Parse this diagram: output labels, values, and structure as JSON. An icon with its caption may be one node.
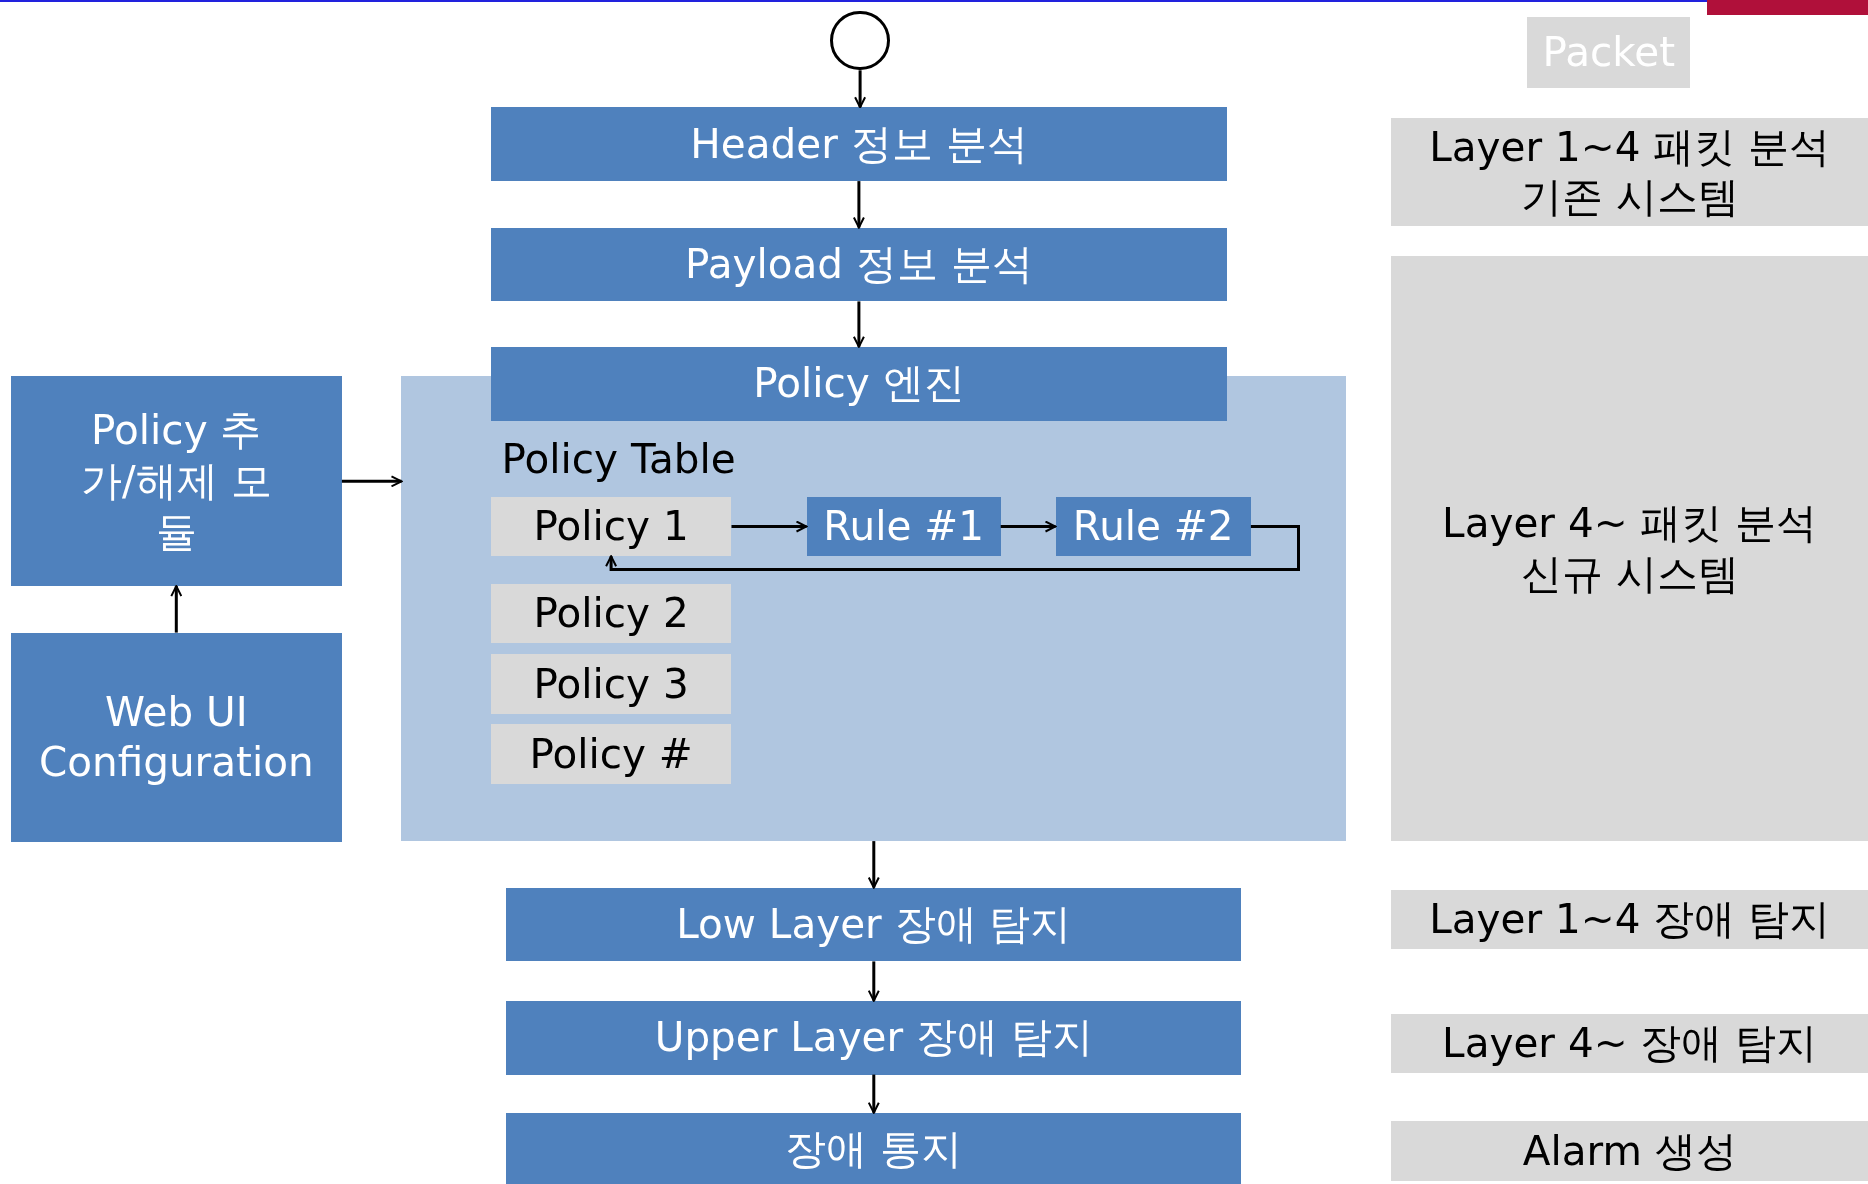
{
  "diagram": {
    "nodes": [
      {
        "text": [],
        "shape": "circle"
      },
      {
        "text": [
          "Header 정보 분석"
        ]
      },
      {
        "text": [
          "Payload 정보 분석"
        ]
      },
      {
        "text": [
          "Policy 엔진"
        ]
      },
      {
        "text": [
          "Policy Table"
        ]
      },
      {
        "text": [
          "Policy 1"
        ],
        "in": 4
      },
      {
        "text": [
          "Rule #1"
        ],
        "in": 4
      },
      {
        "text": [
          "Rule #2"
        ],
        "in": 4
      },
      {
        "text": [
          "Policy 2"
        ],
        "in": 4
      },
      {
        "text": [
          "Policy 3"
        ],
        "in": 4
      },
      {
        "text": [
          "Policy #"
        ],
        "in": 4
      },
      {
        "text": [
          "Policy 추가/해제 모듈"
        ]
      },
      {
        "text": [
          "Web UI Configuration"
        ]
      },
      {
        "text": [
          "Low Layer 장애 탐지"
        ]
      },
      {
        "text": [
          "Upper Layer 장애 탐지"
        ]
      },
      {
        "text": [
          "장애 통지"
        ]
      },
      {
        "text": [
          "Packet"
        ]
      },
      {
        "text": [
          "Layer 1~4 패킷 분석 기존 시스템"
        ]
      },
      {
        "text": [
          "Layer 4~ 패킷 분석 신규 시스템"
        ]
      },
      {
        "text": [
          "Layer 1~4 장애 탐지"
        ]
      },
      {
        "text": [
          "Layer 4~ 장애 탐지"
        ]
      },
      {
        "text": [
          "Alarm 생성"
        ]
      }
    ],
    "edges": [
      {
        "from": 0,
        "to": 1,
        "arrow": "to"
      },
      {
        "from": 1,
        "to": 2,
        "arrow": "to"
      },
      {
        "from": 2,
        "to": 3,
        "arrow": "to"
      },
      {
        "from": 11,
        "to": 4,
        "arrow": "to"
      },
      {
        "from": 12,
        "to": 11,
        "arrow": "to"
      },
      {
        "from": 5,
        "to": 6,
        "arrow": "to"
      },
      {
        "from": 6,
        "to": 7,
        "arrow": "to"
      },
      {
        "from": 7,
        "to": 5,
        "arrow": "to"
      },
      {
        "from": 4,
        "to": 13,
        "arrow": "to"
      },
      {
        "from": 13,
        "to": 14,
        "arrow": "to"
      },
      {
        "from": 14,
        "to": 15,
        "arrow": "to"
      }
    ]
  }
}
